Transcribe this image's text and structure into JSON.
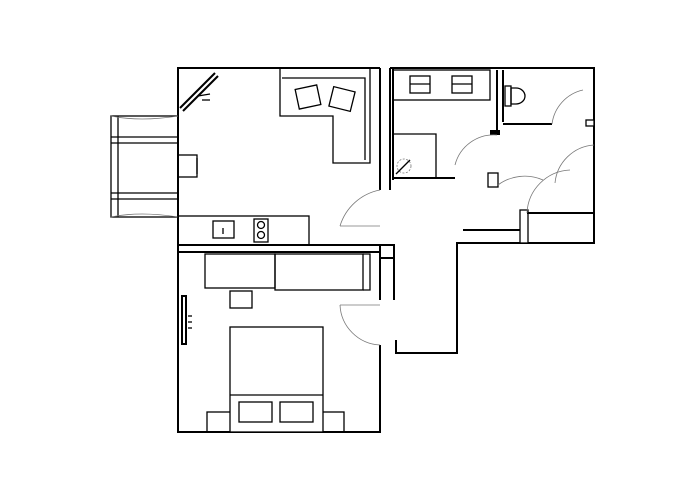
{
  "plan": {
    "background": "#ffffff",
    "line_color": "#000000",
    "door_arc_color": "#777777",
    "rooms": [
      "living-kitchen",
      "bedroom",
      "hallway",
      "bathroom",
      "toilet",
      "balcony"
    ],
    "labels": []
  }
}
